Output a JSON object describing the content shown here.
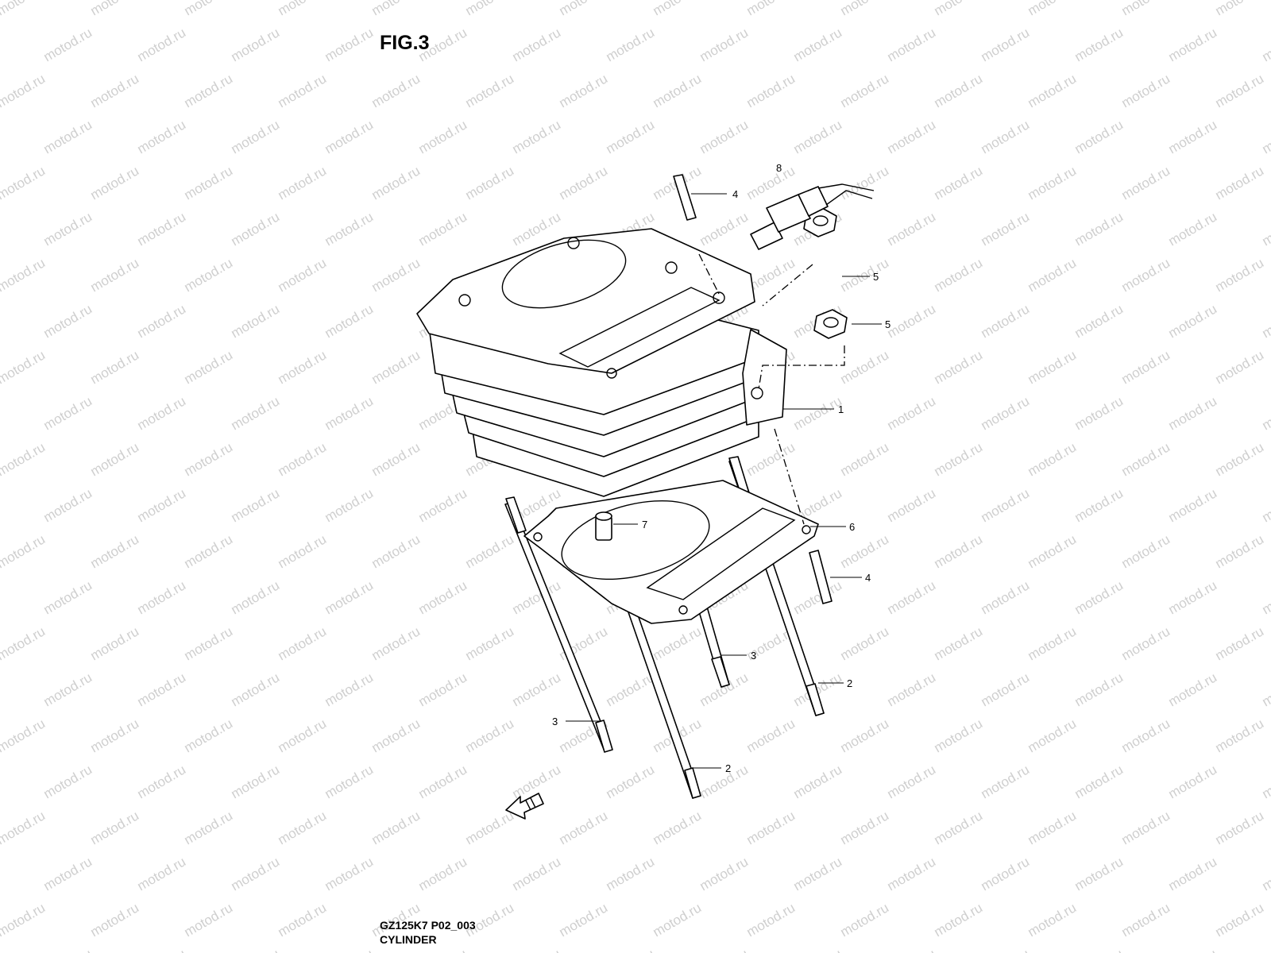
{
  "figure": {
    "title": "FIG.3",
    "code": "GZ125K7 P02_003",
    "name": "CYLINDER"
  },
  "watermark": {
    "text": "motod.ru",
    "color": "#cfcfcf"
  },
  "callouts": [
    {
      "id": "c8",
      "label": "8"
    },
    {
      "id": "c4a",
      "label": "4"
    },
    {
      "id": "c5a",
      "label": "5"
    },
    {
      "id": "c5b",
      "label": "5"
    },
    {
      "id": "c1",
      "label": "1"
    },
    {
      "id": "c7",
      "label": "7"
    },
    {
      "id": "c6",
      "label": "6"
    },
    {
      "id": "c4b",
      "label": "4"
    },
    {
      "id": "c3a",
      "label": "3"
    },
    {
      "id": "c2a",
      "label": "2"
    },
    {
      "id": "c3b",
      "label": "3"
    },
    {
      "id": "c2b",
      "label": "2"
    }
  ],
  "front_arrow_icon": "front-arrow-icon"
}
